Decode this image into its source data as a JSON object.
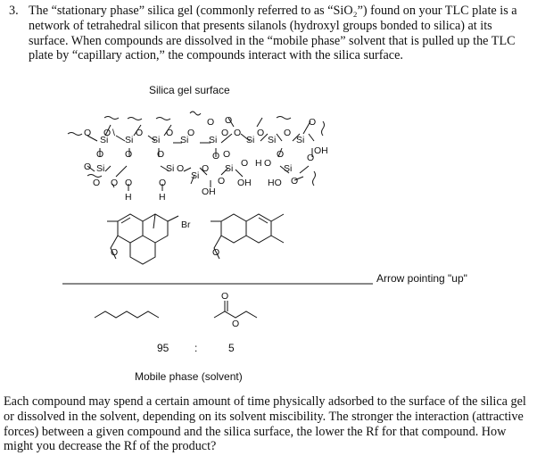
{
  "question": {
    "number": "3.",
    "text": "The “stationary phase” silica gel (commonly referred to as “SiO₂”) found on your TLC plate is a network of tetrahedral silicon that presents silanols (hydroxyl groups bonded to silica) at its surface. When compounds are dissolved in the “mobile phase” solvent that is pulled up the TLC plate by “capillary action,” the compounds interact with the silica surface."
  },
  "figure": {
    "silica_label": "Silica gel surface",
    "arrow_label": "Arrow pointing \"up\"",
    "ratio_left": "95",
    "ratio_sep": ":",
    "ratio_right": "5",
    "mobile_label": "Mobile phase (solvent)",
    "atoms": {
      "si": "Si",
      "o": "O",
      "h": "H",
      "oh": "OH",
      "ho": "HO",
      "br": "Br"
    }
  },
  "followup": {
    "text": "Each compound may spend a certain amount of time physically adsorbed to the surface of the silica gel or dissolved in the solvent, depending on its solvent miscibility. The stronger the interaction (attractive forces) between a given compound and the silica surface, the lower the Rf for that compound. How might you decrease the Rf of the product?"
  }
}
